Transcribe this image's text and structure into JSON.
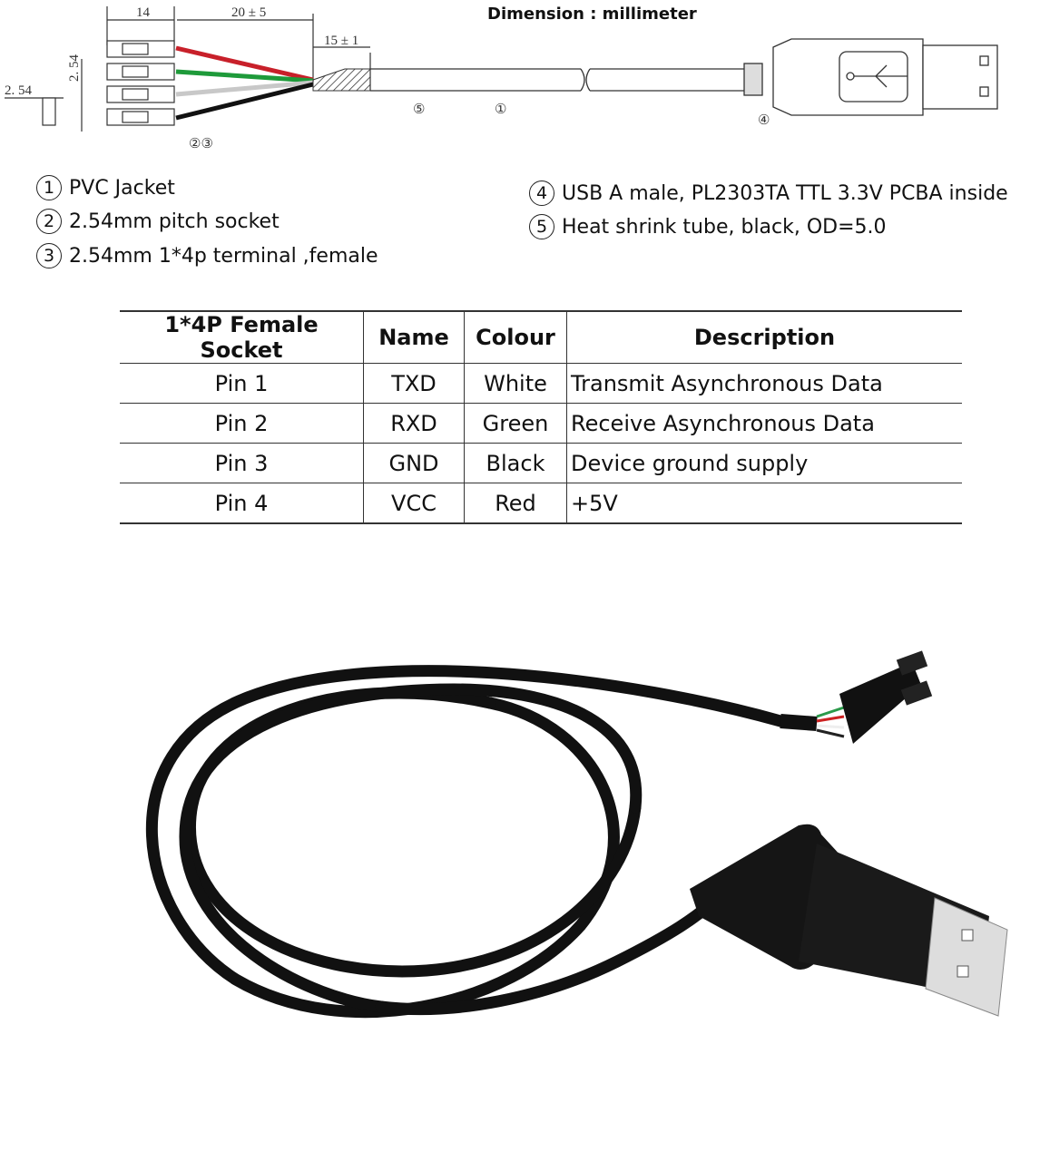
{
  "diagram": {
    "title": "Dimension : millimeter",
    "dimensions": {
      "socket_length": "14",
      "wire_length": "20 ± 5",
      "shrink_length": "15 ± 1",
      "pitch_h": "2. 54",
      "pitch_v": "2. 54"
    },
    "callouts": {
      "jacket": "①",
      "shrink": "⑤",
      "socket": "②③",
      "usb": "④"
    },
    "wire_colors": [
      "#c8202a",
      "#1e9a3a",
      "#cfcfcf",
      "#111111"
    ]
  },
  "legend": [
    {
      "num": "1",
      "text": "PVC Jacket"
    },
    {
      "num": "2",
      "text": "2.54mm pitch socket"
    },
    {
      "num": "3",
      "text": "2.54mm 1*4p terminal ,female"
    },
    {
      "num": "4",
      "text": "USB A male, PL2303TA TTL 3.3V PCBA inside"
    },
    {
      "num": "5",
      "text": "Heat shrink tube, black, OD=5.0"
    }
  ],
  "table": {
    "headers": [
      "1*4P Female Socket",
      "Name",
      "Colour",
      "Description"
    ],
    "rows": [
      [
        "Pin 1",
        "TXD",
        "White",
        "Transmit Asynchronous Data"
      ],
      [
        "Pin 2",
        "RXD",
        "Green",
        "Receive Asynchronous Data"
      ],
      [
        "Pin 3",
        "GND",
        "Black",
        "Device ground supply"
      ],
      [
        "Pin 4",
        "VCC",
        "Red",
        "+5V"
      ]
    ]
  }
}
